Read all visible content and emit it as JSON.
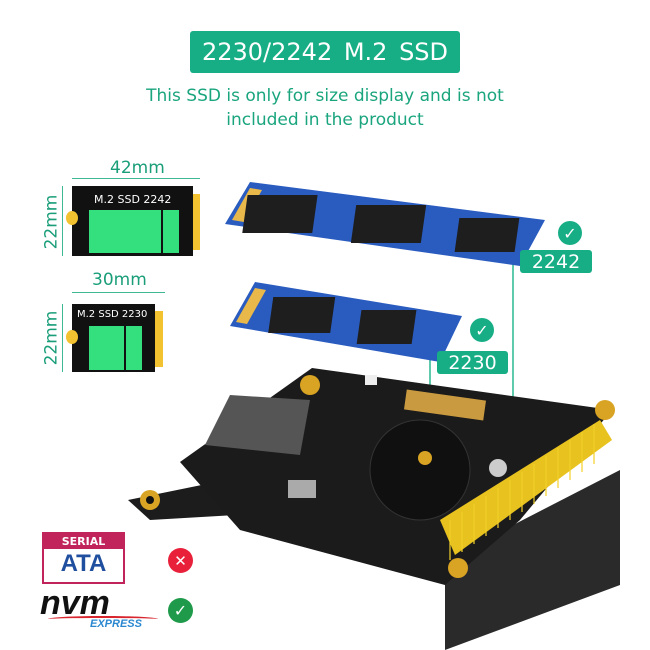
{
  "header": {
    "title": "2230/2242  M.2 SSD"
  },
  "notice": {
    "line1": "This SSD is only for size display and is not",
    "line2": "included in the product"
  },
  "size_diagrams": [
    {
      "width_label": "42mm",
      "height_label": "22mm",
      "card_label": "M.2  SSD  2242"
    },
    {
      "width_label": "30mm",
      "height_label": "22mm",
      "card_label": "M.2 SSD 2230"
    }
  ],
  "supported_sizes": [
    {
      "label": "2242",
      "icon": "check-circle-icon"
    },
    {
      "label": "2230",
      "icon": "check-circle-icon"
    }
  ],
  "protocols": [
    {
      "logo": "SERIAL ATA",
      "supported": false,
      "icon": "x-circle-icon"
    },
    {
      "logo": "nvm EXPRESS",
      "supported": true,
      "icon": "check-circle-icon"
    }
  ],
  "colors": {
    "accent": "#17ae86",
    "ssd_pcb": "#2a5cc0",
    "board": "#1a1a1a",
    "not_supported": "#e8203a",
    "supported": "#1e9a4a"
  }
}
